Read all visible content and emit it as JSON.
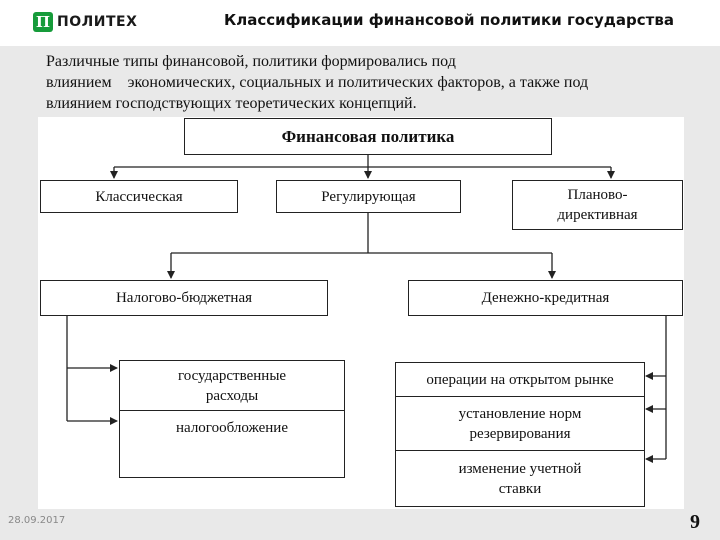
{
  "header": {
    "logo_mark": "П",
    "logo_text": "ПОЛИТЕХ",
    "title": "Классификации финансовой политики государства"
  },
  "intro": {
    "line1": "Различные типы финансовой, политики формировались под",
    "line2": "влиянием    экономических, социальных и политических факторов, а также под",
    "line3": "влиянием господствующих теоретических концепций."
  },
  "diagram": {
    "root": "Финансовая политика",
    "level1": [
      "Классическая",
      "Регулирующая",
      "Планово-\nдирективная"
    ],
    "level2": [
      "Налогово-бюджетная",
      "Денежно-кредитная"
    ],
    "fiscal_tools": [
      "государственные\nрасходы",
      "налогообложение"
    ],
    "monetary_tools": [
      "операции на открытом рынке",
      "установление норм\nрезервирования",
      "изменение учетной\nставки"
    ]
  },
  "footer": {
    "date": "28.09.2017",
    "page_number": "9"
  }
}
